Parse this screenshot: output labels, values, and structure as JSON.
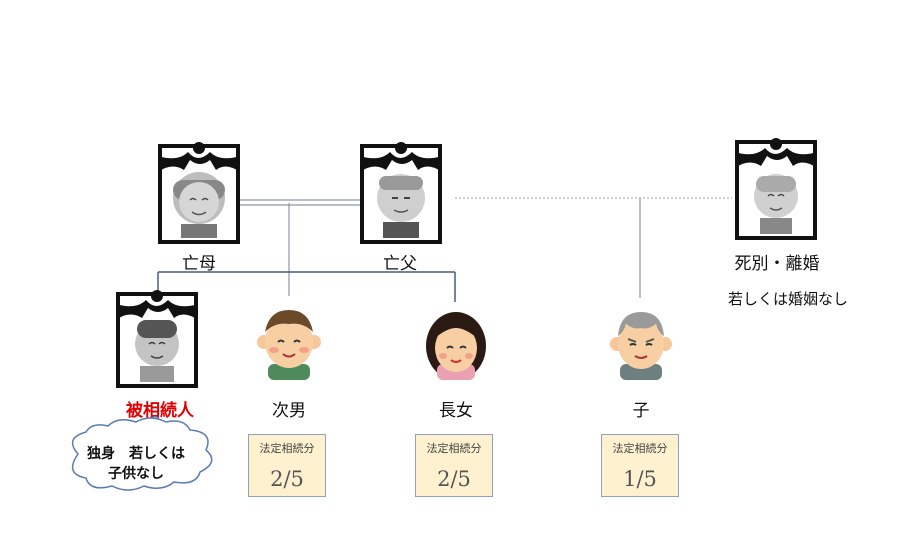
{
  "people": {
    "mother": {
      "label": "亡母"
    },
    "father": {
      "label": "亡父"
    },
    "ex_spouse": {
      "label": "死別・離婚"
    },
    "deceased": {
      "label": "被相続人"
    },
    "second_son": {
      "label": "次男"
    },
    "eldest_daughter": {
      "label": "長女"
    },
    "child": {
      "label": "子"
    }
  },
  "ex_spouse_note": "若しくは婚姻なし",
  "cloud": {
    "line1": "独身　若しくは",
    "line2": "子供なし"
  },
  "shares": {
    "heading": "法定相続分",
    "second_son": "2/5",
    "eldest_daughter": "2/5",
    "child": "1/5"
  },
  "colors": {
    "highlight": "#e10000",
    "box_fill": "#fdf1cf",
    "box_border": "#8ea2c0"
  }
}
